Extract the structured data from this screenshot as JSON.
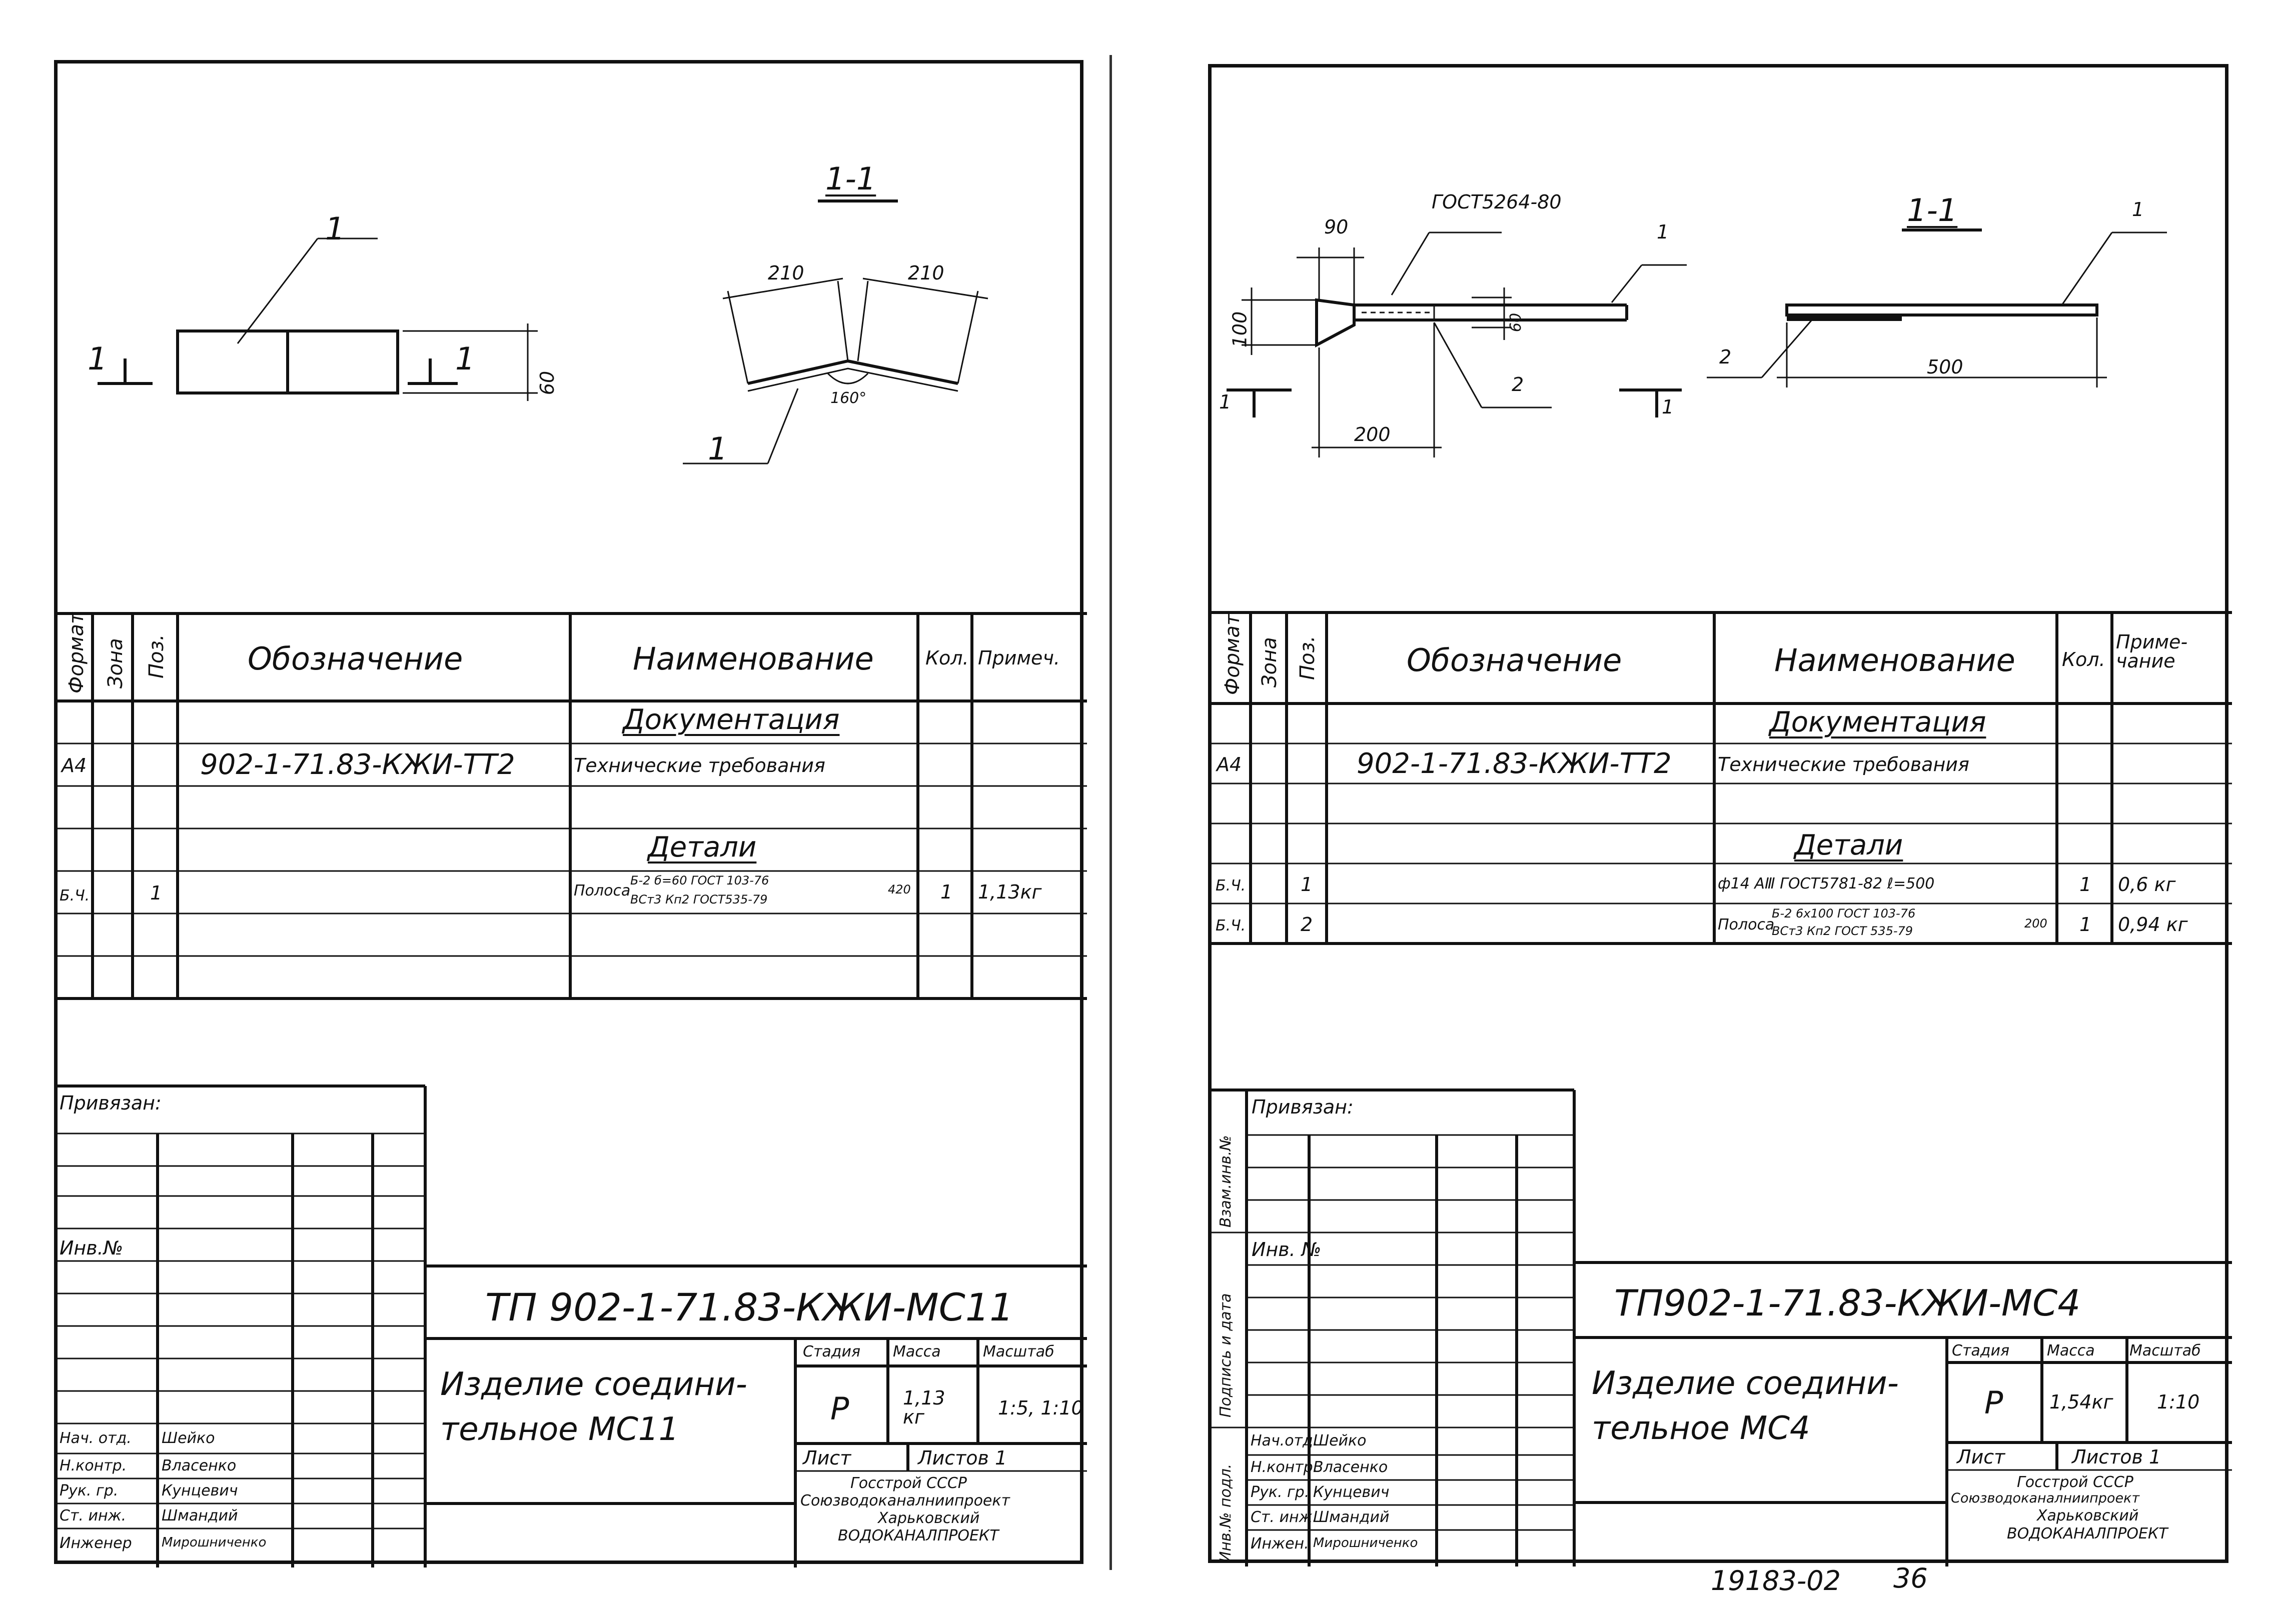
{
  "sheets": [
    {
      "drawing": {
        "section_label": "1-1",
        "pos_labels": [
          "1",
          "1",
          "1",
          "1"
        ],
        "dims": {
          "height": "60",
          "left_width": "210",
          "right_width": "210",
          "angle": "160°"
        }
      },
      "spec": {
        "headers": {
          "format": "Формат",
          "zone": "Зона",
          "pos": "Поз.",
          "designation": "Обозначение",
          "name": "Наименование",
          "qty": "Кол.",
          "note": "Примеч."
        },
        "section_docs": "Документация",
        "doc_row": {
          "format": "А4",
          "designation": "902-1-71.83-КЖИ-ТТ2",
          "name": "Технические требования"
        },
        "section_parts": "Детали",
        "parts": [
          {
            "format": "Б.Ч.",
            "pos": "1",
            "name_prefix": "Полоса",
            "name_num": "Б-2 б=60 ГОСТ 103-76",
            "name_den": "ВСт3 Кп2 ГОСТ535-79",
            "length": "420",
            "qty": "1",
            "note": "1,13кг"
          }
        ]
      },
      "title_block": {
        "bound": "Привязан:",
        "inv": "Инв.№",
        "code": "ТП 902-1-71.83-КЖИ-МС11",
        "title_line1": "Изделие соедини-",
        "title_line2": "тельное МС11",
        "stage_label": "Стадия",
        "mass_label": "Масса",
        "scale_label": "Масштаб",
        "stage": "Р",
        "mass": "1,13 кг",
        "scale": "1:5, 1:10",
        "sheet_label": "Лист",
        "sheets_label": "Листов 1",
        "org_line1": "Госстрой СССР",
        "org_line2": "Союзводоканалниипроект",
        "org_line3": "Харьковский",
        "org_line4": "ВОДОКАНАЛПРОЕКТ",
        "roles": [
          {
            "role": "Нач. отд.",
            "name": "Шейко"
          },
          {
            "role": "Н.контр.",
            "name": "Власенко"
          },
          {
            "role": "Рук. гр.",
            "name": "Кунцевич"
          },
          {
            "role": "Ст. инж.",
            "name": "Шмандий"
          },
          {
            "role": "Инженер",
            "name": "Мирошниченко"
          }
        ]
      }
    },
    {
      "drawing": {
        "section_label": "1-1",
        "gost": "ГОСТ5264-80",
        "pos_labels": [
          "1",
          "2",
          "1",
          "2"
        ],
        "dims": {
          "d90": "90",
          "d100": "100",
          "d60": "60",
          "d200": "200",
          "d500": "500"
        }
      },
      "spec": {
        "headers": {
          "format": "Формат",
          "zone": "Зона",
          "pos": "Поз.",
          "designation": "Обозначение",
          "name": "Наименование",
          "qty": "Кол.",
          "note": "Приме-чание"
        },
        "section_docs": "Документация",
        "doc_row": {
          "format": "А4",
          "designation": "902-1-71.83-КЖИ-ТТ2",
          "name": "Технические требования"
        },
        "section_parts": "Детали",
        "parts": [
          {
            "format": "Б.Ч.",
            "pos": "1",
            "name": "ф14 АⅢ ГОСТ5781-82 ℓ=500",
            "qty": "1",
            "note": "0,6 кг"
          },
          {
            "format": "Б.Ч.",
            "pos": "2",
            "name_prefix": "Полоса",
            "name_num": "Б-2 6х100 ГОСТ 103-76",
            "name_den": "ВСт3 Кп2 ГОСТ 535-79",
            "length": "200",
            "qty": "1",
            "note": "0,94 кг"
          }
        ]
      },
      "side_labels": [
        "Инв.№ подл.",
        "Подпись и дата",
        "Взам.инв.№"
      ],
      "title_block": {
        "bound": "Привязан:",
        "inv": "Инв. №",
        "code": "ТП902-1-71.83-КЖИ-МС4",
        "title_line1": "Изделие соедини-",
        "title_line2": "тельное МС4",
        "stage_label": "Стадия",
        "mass_label": "Масса",
        "scale_label": "Масштаб",
        "stage": "Р",
        "mass": "1,54кг",
        "scale": "1:10",
        "sheet_label": "Лист",
        "sheets_label": "Листов 1",
        "org_line1": "Госстрой СССР",
        "org_line2": "Союзводоканалниипроект",
        "org_line3": "Харьковский",
        "org_line4": "ВОДОКАНАЛПРОЕКТ",
        "roles": [
          {
            "role": "Нач.отд.",
            "name": "Шейко"
          },
          {
            "role": "Н.контр.",
            "name": "Власенко"
          },
          {
            "role": "Рук. гр.",
            "name": "Кунцевич"
          },
          {
            "role": "Ст. инж.",
            "name": "Шмандий"
          },
          {
            "role": "Инжен.",
            "name": "Мирошниченко"
          }
        ]
      }
    }
  ],
  "footer": {
    "archive_no": "19183-02",
    "page_no": "36"
  }
}
